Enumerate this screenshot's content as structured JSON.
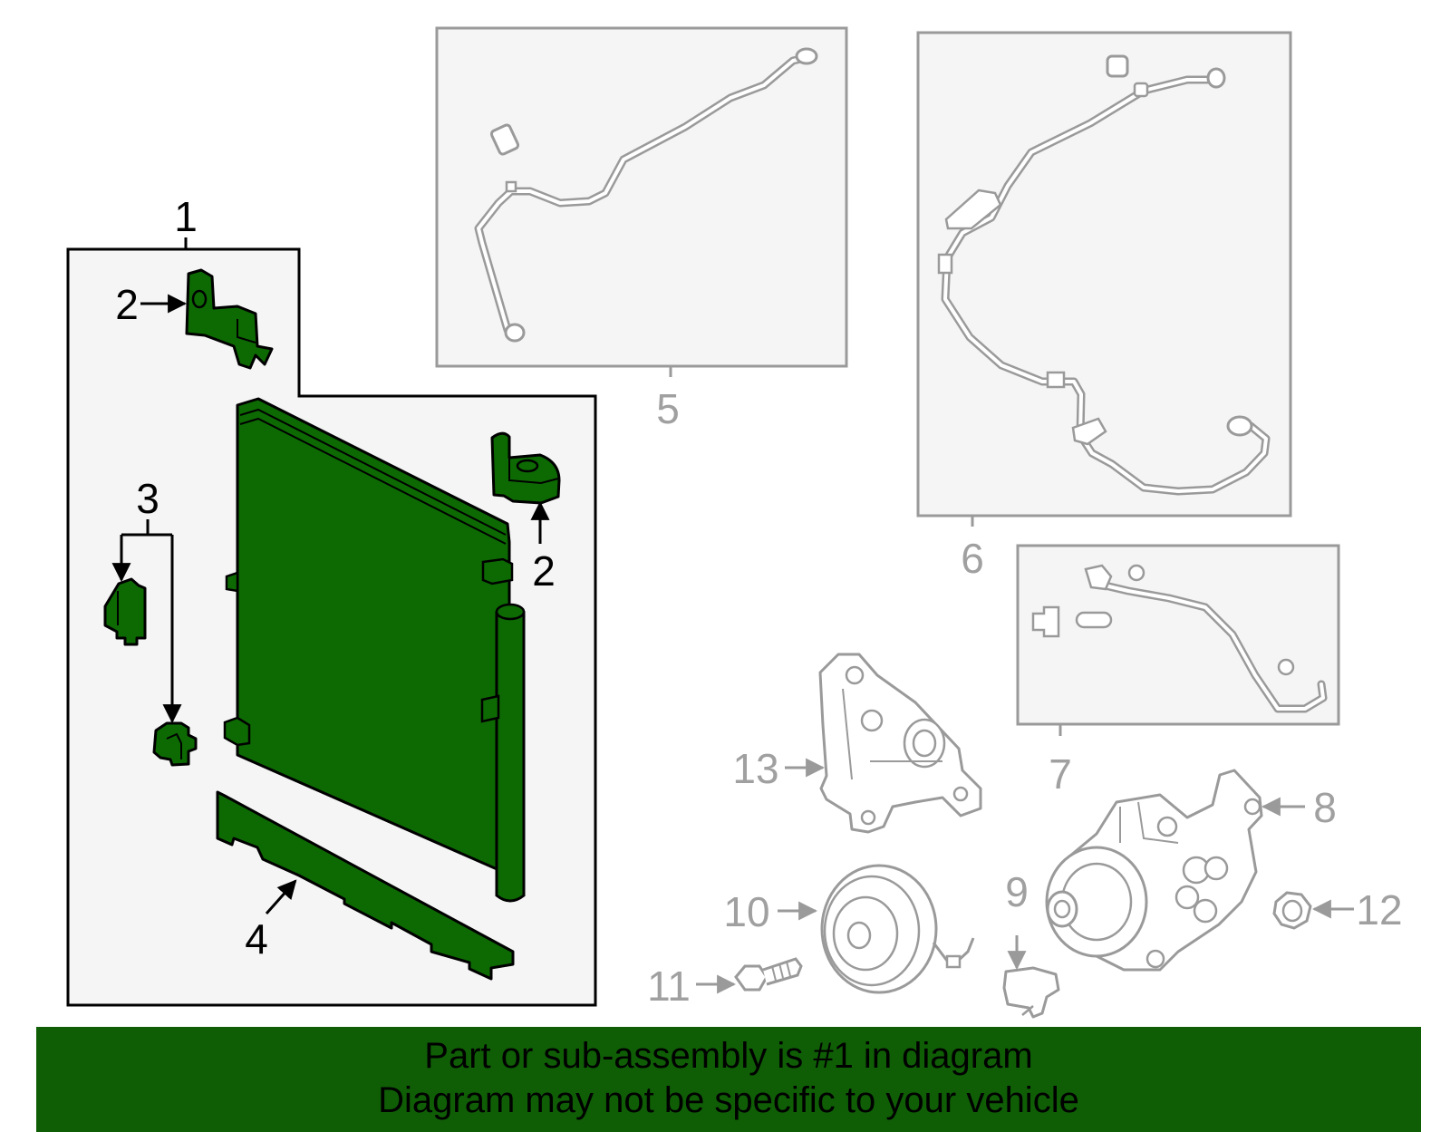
{
  "colors": {
    "highlight_green": "#0f5e06",
    "part_green": "#0d6a03",
    "gray_line": "#9a9a9a",
    "panel_fill": "#f5f5f5"
  },
  "callouts": {
    "c1": "1",
    "c2a": "2",
    "c2b": "2",
    "c3": "3",
    "c4": "4",
    "c5": "5",
    "c6": "6",
    "c7": "7",
    "c8": "8",
    "c9": "9",
    "c10": "10",
    "c11": "11",
    "c12": "12",
    "c13": "13"
  },
  "banner": {
    "line1": "Part or sub-assembly is #1 in diagram",
    "line2": "Diagram may not be specific to your vehicle"
  }
}
